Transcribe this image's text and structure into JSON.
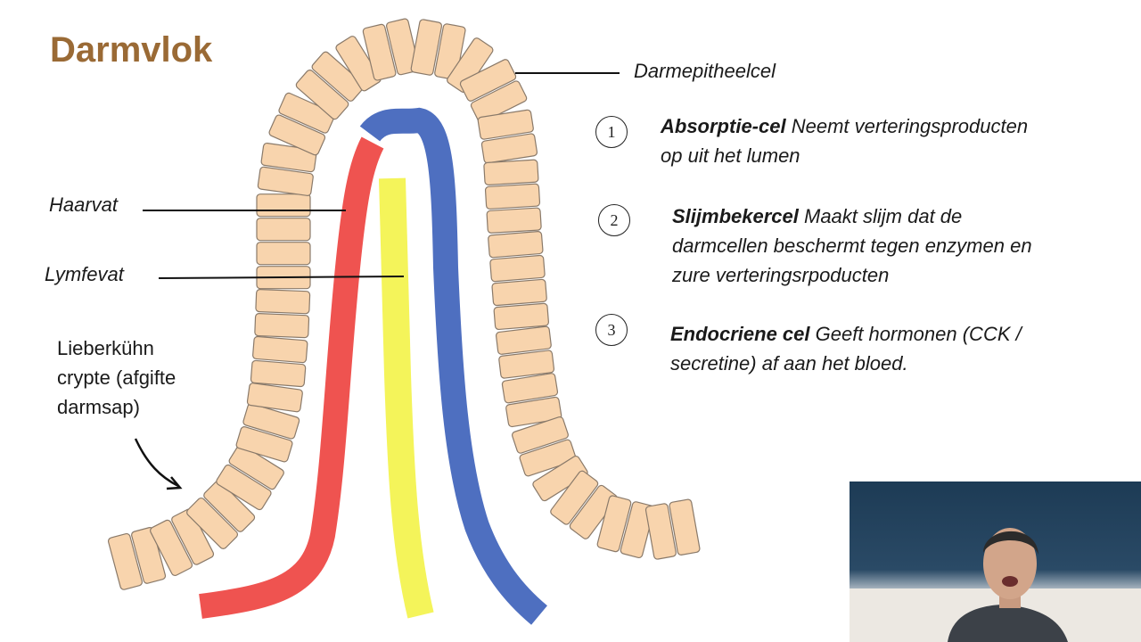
{
  "title": "Darmvlok",
  "labels": {
    "darmepitheelcel": "Darmepitheelcel",
    "haarvat": "Haarvat",
    "lymfevat": "Lymfevat",
    "crypte_line1": "Lieberkühn",
    "crypte_line2": "crypte (afgifte",
    "crypte_line3": "darmsap)"
  },
  "items": [
    {
      "number": "1",
      "term": "Absorptie-cel",
      "line1_rest": " Neemt verteringsproducten",
      "line2": "op uit het lumen",
      "line3": ""
    },
    {
      "number": "2",
      "term": "Slijmbekercel",
      "line1_rest": " Maakt slijm dat de",
      "line2": "darmcellen beschermt tegen enzymen en",
      "line3": "zure verteringsrpoducten"
    },
    {
      "number": "3",
      "term": "Endocriene cel",
      "line1_rest": " Geeft hormonen (CCK /",
      "line2": "secretine) af  aan het bloed.",
      "line3": ""
    }
  ],
  "colors": {
    "title": "#9a6a35",
    "cell_fill": "#f8d4ad",
    "cell_stroke": "#8a7a6a",
    "capillary_red": "#ef5350",
    "capillary_blue": "#4e6fc0",
    "lymph_yellow": "#f4f45a"
  }
}
